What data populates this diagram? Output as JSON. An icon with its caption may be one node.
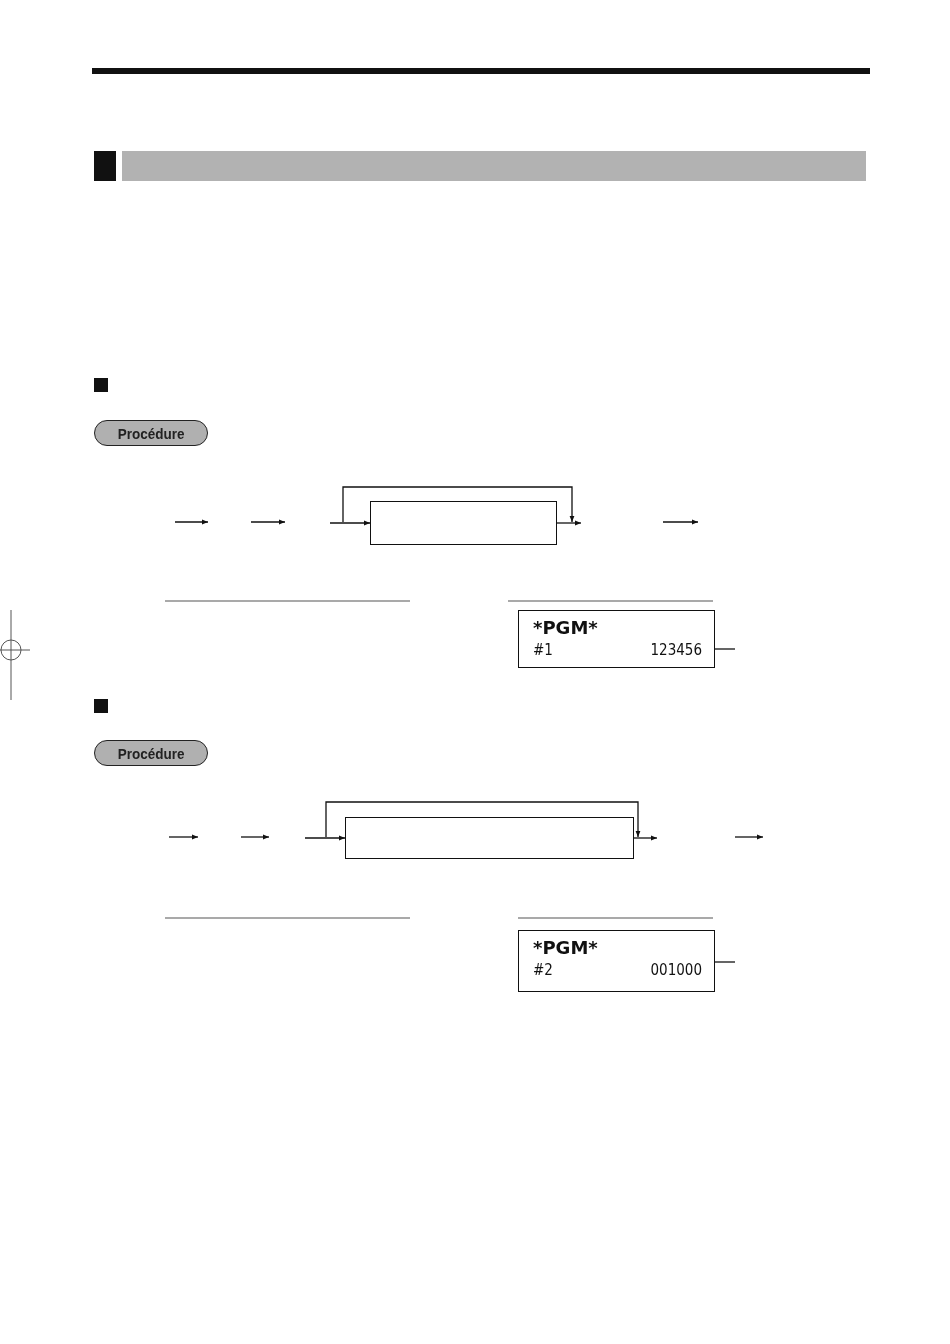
{
  "diagram": {
    "nodes": [
      {
        "text": [
          "Procédure"
        ]
      },
      {
        "text": [],
        "shape": "box"
      },
      {
        "text": [
          "*PGM*",
          "#1",
          "123456"
        ]
      },
      {
        "text": [
          "Procédure"
        ]
      },
      {
        "text": [],
        "shape": "box"
      },
      {
        "text": [
          "*PGM*",
          "#2",
          "001000"
        ]
      }
    ],
    "edges": [
      {
        "from": null,
        "to": 1,
        "arrow": "to"
      },
      {
        "from": 1,
        "to": null,
        "arrow": "to"
      },
      {
        "from": null,
        "to": 4,
        "arrow": "to"
      },
      {
        "from": 4,
        "to": null,
        "arrow": "to"
      },
      {
        "from": 2,
        "to": null,
        "arrow": "none"
      },
      {
        "from": 5,
        "to": null,
        "arrow": "none"
      }
    ]
  }
}
